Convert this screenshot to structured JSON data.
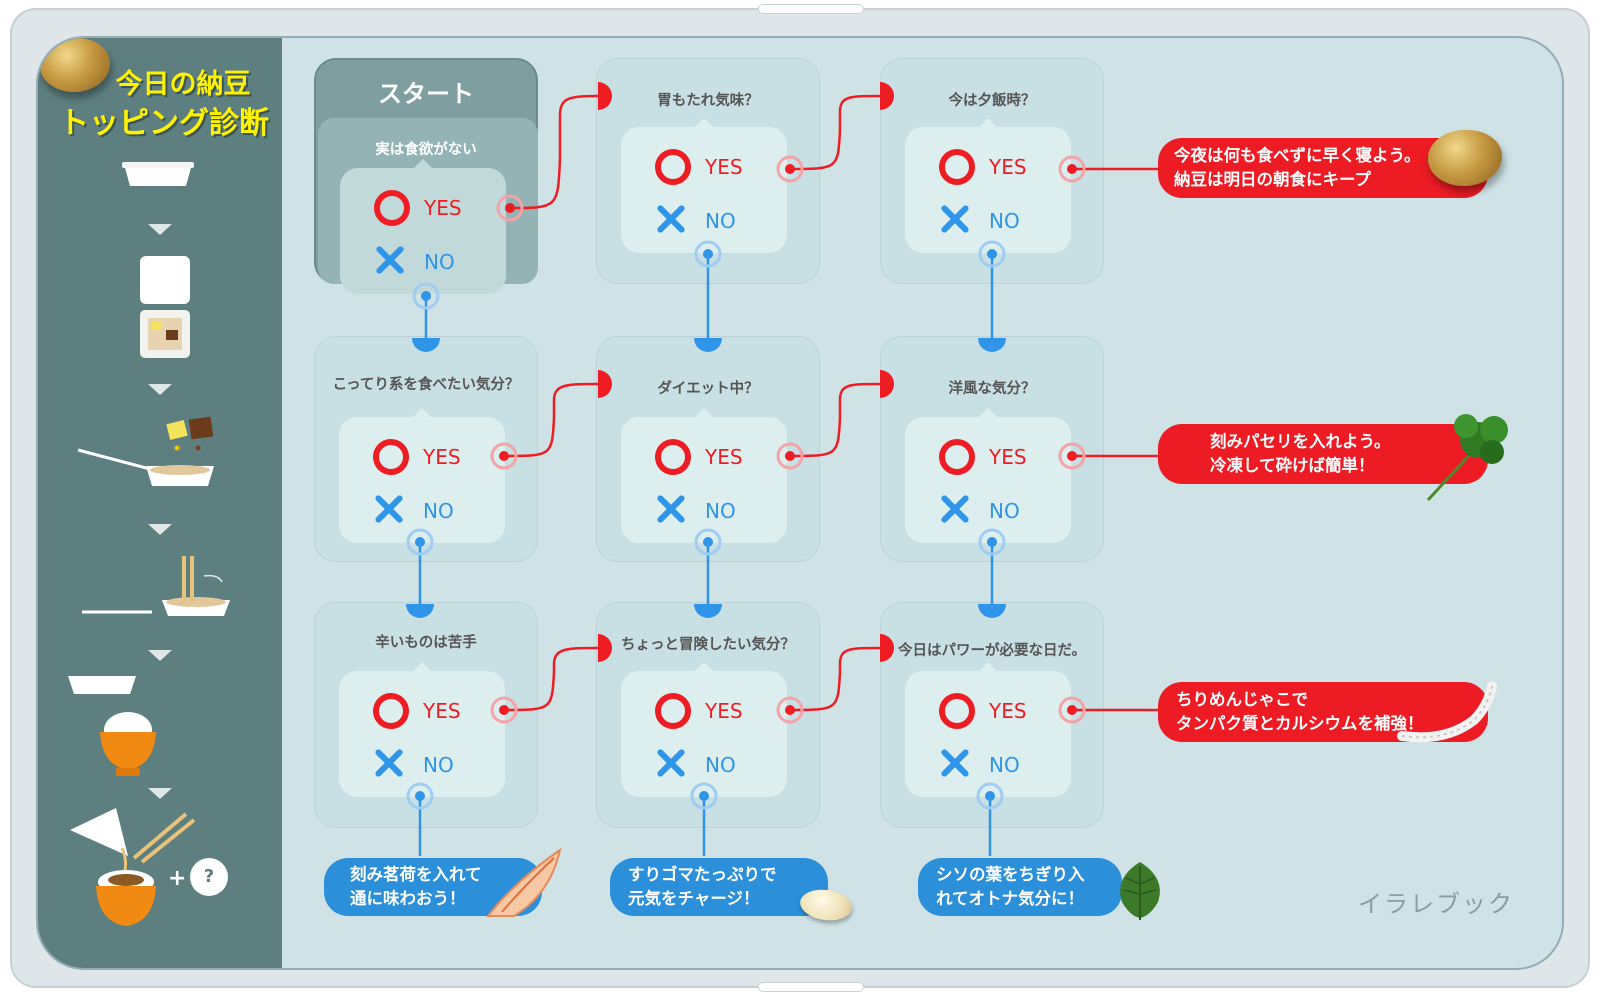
{
  "title": {
    "line1": "今日の納豆",
    "line2": "トッピング診断"
  },
  "start_label": "スタート",
  "yes_label": "YES",
  "no_label": "NO",
  "plus_label": "+",
  "question_mark": "?",
  "questions": [
    "実は食欲がない",
    "胃もたれ気味？",
    "今は夕飯時？",
    "こってり系を食べたい気分？",
    "ダイエット中？",
    "洋風な気分？",
    "辛いものは苦手",
    "ちょっと冒険したい気分？",
    "今日はパワーが必要な日だ。"
  ],
  "results": {
    "sleep": [
      "今夜は何も食べずに早く寝よう。",
      "納豆は明日の朝食にキープ"
    ],
    "parsley": [
      "刻みパセリを入れよう。",
      "冷凍して砕けば簡単！"
    ],
    "chirimen": [
      "ちりめんじゃこで",
      "タンパク質とカルシウムを補強！"
    ],
    "myoga": [
      "刻み茗荷を入れて",
      "通に味わおう！"
    ],
    "sesame": [
      "すりゴマたっぷりで",
      "元気をチャージ！"
    ],
    "shiso": [
      "シソの葉をちぎり入",
      "れてオトナ気分に！"
    ]
  },
  "credit": "イラレブック",
  "colors": {
    "board": "#cfe3e7",
    "sidebar": "#5e7f80",
    "title_yellow": "#fff200",
    "yes_red": "#ee1d23",
    "no_blue": "#2e95e8",
    "result_red": "#ec1b24",
    "result_blue": "#2b8fd9"
  },
  "icons": [
    "natto-bean-icon",
    "natto-tray-icon",
    "natto-pack-icon",
    "sauce-packet-icon",
    "chopsticks-icon",
    "rice-bowl-icon",
    "parsley-icon",
    "shiso-leaf-icon",
    "myoga-icon",
    "sesame-seed-icon",
    "chirimen-fish-icon"
  ]
}
